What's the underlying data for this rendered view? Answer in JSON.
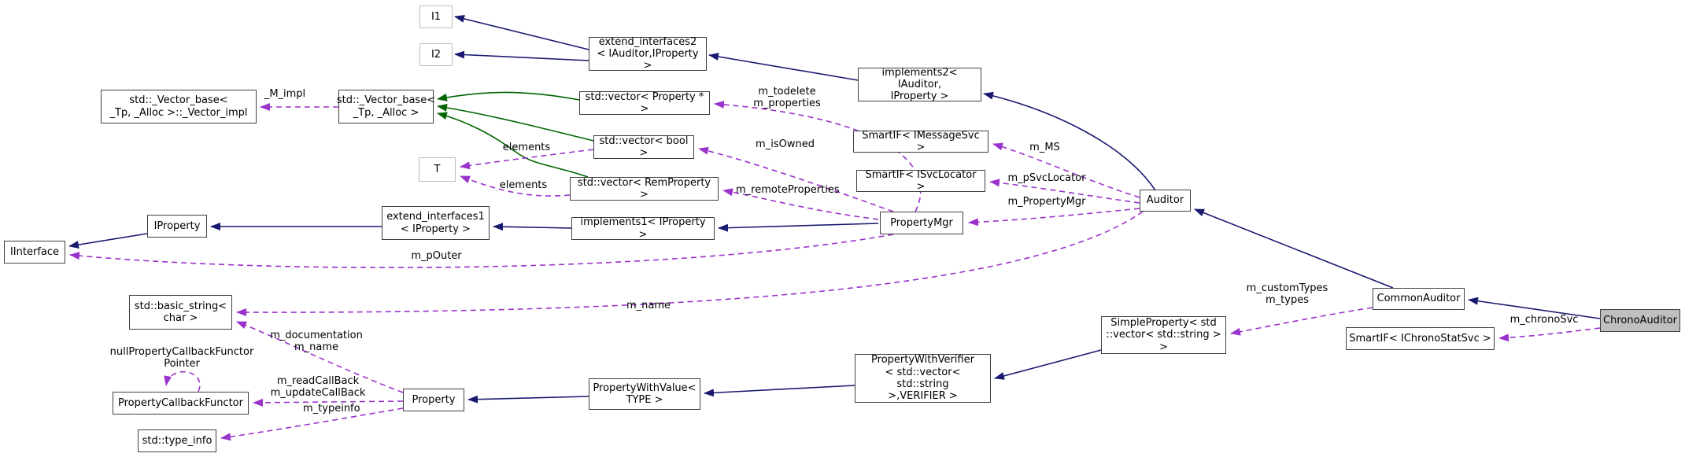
{
  "diagram_type": "doxygen-collaboration-graph",
  "colors": {
    "inheritance_edge": "#191970",
    "protected_inheritance_edge": "#006400",
    "usage_edge": "#9a32cc",
    "node_border": "#3f3f3f",
    "template_param_border": "#bdbdbd",
    "current_node_fill": "#bfbfbf",
    "background": "#ffffff"
  },
  "nodes": [
    {
      "label": "I1"
    },
    {
      "label": "I2"
    },
    {
      "label": "extend_interfaces2\n< IAuditor,IProperty >"
    },
    {
      "label": "implements2< IAuditor,\nIProperty >"
    },
    {
      "label": "std::_Vector_base<\n_Tp, _Alloc >::_Vector_impl"
    },
    {
      "label": "std::_Vector_base<\n_Tp, _Alloc >"
    },
    {
      "label": "std::vector< Property * >"
    },
    {
      "label": "std::vector< bool >"
    },
    {
      "label": "std::vector< RemProperty >"
    },
    {
      "label": "T"
    },
    {
      "label": "SmartIF< IMessageSvc >"
    },
    {
      "label": "SmartIF< ISvcLocator >"
    },
    {
      "label": "Auditor"
    },
    {
      "label": "extend_interfaces1\n< IProperty >"
    },
    {
      "label": "IProperty"
    },
    {
      "label": "IInterface"
    },
    {
      "label": "implements1< IProperty >"
    },
    {
      "label": "PropertyMgr"
    },
    {
      "label": "std::basic_string<\nchar >"
    },
    {
      "label": "SimpleProperty< std\n::vector< std::string > >"
    },
    {
      "label": "CommonAuditor"
    },
    {
      "label": "ChronoAuditor"
    },
    {
      "label": "SmartIF< IChronoStatSvc >"
    },
    {
      "label": "PropertyWithVerifier\n< std::vector< std::string\n>,VERIFIER >"
    },
    {
      "label": "PropertyWithValue<\nTYPE >"
    },
    {
      "label": "Property"
    },
    {
      "label": "PropertyCallbackFunctor"
    },
    {
      "label": "std::type_info"
    }
  ],
  "edge_labels": [
    {
      "text": "_M_impl"
    },
    {
      "text": "m_todelete\nm_properties"
    },
    {
      "text": "m_isOwned"
    },
    {
      "text": "m_remoteProperties"
    },
    {
      "text": "elements"
    },
    {
      "text": "elements"
    },
    {
      "text": "m_MS"
    },
    {
      "text": "m_pSvcLocator"
    },
    {
      "text": "m_PropertyMgr"
    },
    {
      "text": "m_pOuter"
    },
    {
      "text": "m_name"
    },
    {
      "text": "m_customTypes\nm_types"
    },
    {
      "text": "m_chronoSvc"
    },
    {
      "text": "m_documentation\nm_name"
    },
    {
      "text": "m_readCallBack\nm_updateCallBack"
    },
    {
      "text": "m_typeinfo"
    },
    {
      "text": "nullPropertyCallbackFunctor\nPointer"
    }
  ],
  "edges": [
    {
      "from": "extend_interfaces2< IAuditor,IProperty >",
      "to": "I1",
      "type": "inheritance"
    },
    {
      "from": "extend_interfaces2< IAuditor,IProperty >",
      "to": "I2",
      "type": "inheritance"
    },
    {
      "from": "implements2< IAuditor,IProperty >",
      "to": "extend_interfaces2< IAuditor,IProperty >",
      "type": "inheritance"
    },
    {
      "from": "Auditor",
      "to": "implements2< IAuditor,IProperty >",
      "type": "inheritance"
    },
    {
      "from": "CommonAuditor",
      "to": "Auditor",
      "type": "inheritance"
    },
    {
      "from": "ChronoAuditor",
      "to": "CommonAuditor",
      "type": "inheritance"
    },
    {
      "from": "SimpleProperty< std::vector< std::string > >",
      "to": "PropertyWithVerifier< std::vector< std::string >,VERIFIER >",
      "type": "inheritance"
    },
    {
      "from": "PropertyWithVerifier< std::vector< std::string >,VERIFIER >",
      "to": "PropertyWithValue< TYPE >",
      "type": "inheritance"
    },
    {
      "from": "PropertyWithValue< TYPE >",
      "to": "Property",
      "type": "inheritance"
    },
    {
      "from": "implements1< IProperty >",
      "to": "extend_interfaces1< IProperty >",
      "type": "inheritance"
    },
    {
      "from": "extend_interfaces1< IProperty >",
      "to": "IProperty",
      "type": "inheritance"
    },
    {
      "from": "IProperty",
      "to": "IInterface",
      "type": "inheritance"
    },
    {
      "from": "PropertyMgr",
      "to": "implements1< IProperty >",
      "type": "inheritance"
    },
    {
      "from": "std::vector< Property * >",
      "to": "std::_Vector_base< _Tp, _Alloc >",
      "type": "protected-inheritance"
    },
    {
      "from": "std::vector< bool >",
      "to": "std::_Vector_base< _Tp, _Alloc >",
      "type": "protected-inheritance"
    },
    {
      "from": "std::vector< RemProperty >",
      "to": "std::_Vector_base< _Tp, _Alloc >",
      "type": "protected-inheritance"
    },
    {
      "from": "std::_Vector_base< _Tp, _Alloc >",
      "to": "std::_Vector_base< _Tp, _Alloc >::_Vector_impl",
      "type": "usage",
      "label": "_M_impl"
    },
    {
      "from": "std::vector< bool >",
      "to": "T",
      "type": "usage",
      "label": "elements"
    },
    {
      "from": "std::vector< RemProperty >",
      "to": "T",
      "type": "usage",
      "label": "elements"
    },
    {
      "from": "PropertyMgr",
      "to": "std::vector< Property * >",
      "type": "usage",
      "label": "m_todelete m_properties"
    },
    {
      "from": "PropertyMgr",
      "to": "std::vector< bool >",
      "type": "usage",
      "label": "m_isOwned"
    },
    {
      "from": "PropertyMgr",
      "to": "std::vector< RemProperty >",
      "type": "usage",
      "label": "m_remoteProperties"
    },
    {
      "from": "Auditor",
      "to": "SmartIF< IMessageSvc >",
      "type": "usage",
      "label": "m_MS"
    },
    {
      "from": "Auditor",
      "to": "SmartIF< ISvcLocator >",
      "type": "usage",
      "label": "m_pSvcLocator"
    },
    {
      "from": "Auditor",
      "to": "PropertyMgr",
      "type": "usage",
      "label": "m_PropertyMgr"
    },
    {
      "from": "PropertyMgr",
      "to": "IInterface",
      "type": "usage",
      "label": "m_pOuter"
    },
    {
      "from": "Auditor",
      "to": "std::basic_string< char >",
      "type": "usage",
      "label": "m_name"
    },
    {
      "from": "CommonAuditor",
      "to": "SimpleProperty< std::vector< std::string > >",
      "type": "usage",
      "label": "m_customTypes m_types"
    },
    {
      "from": "ChronoAuditor",
      "to": "SmartIF< IChronoStatSvc >",
      "type": "usage",
      "label": "m_chronoSvc"
    },
    {
      "from": "Property",
      "to": "std::basic_string< char >",
      "type": "usage",
      "label": "m_documentation m_name"
    },
    {
      "from": "Property",
      "to": "PropertyCallbackFunctor",
      "type": "usage",
      "label": "m_readCallBack m_updateCallBack"
    },
    {
      "from": "Property",
      "to": "std::type_info",
      "type": "usage",
      "label": "m_typeinfo"
    },
    {
      "from": "PropertyCallbackFunctor",
      "to": "PropertyCallbackFunctor",
      "type": "usage",
      "label": "nullPropertyCallbackFunctor Pointer"
    }
  ]
}
